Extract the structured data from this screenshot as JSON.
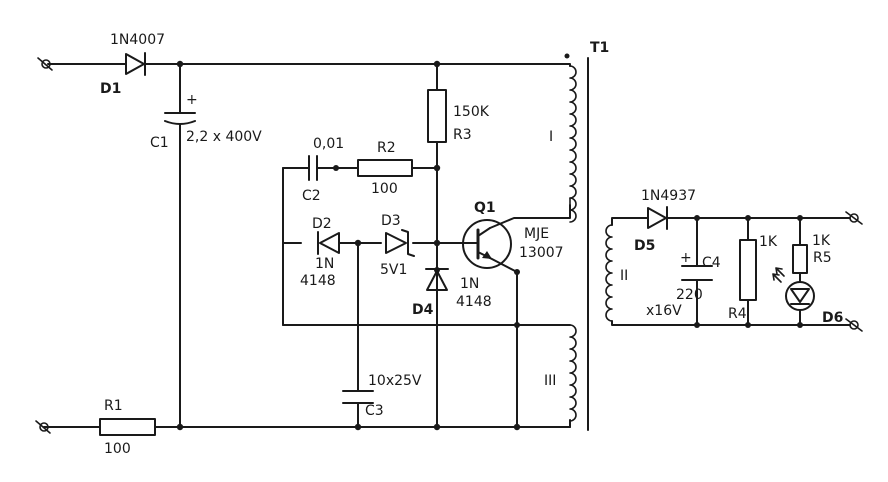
{
  "title": "",
  "labels": {
    "d1_part": "1N4007",
    "d1_ref": "D1",
    "c1_ref": "C1",
    "c1_val": "2,2 x 400V",
    "c1_plus": "+",
    "r3_val": "150K",
    "r3_ref": "R3",
    "t1_ref": "T1",
    "winding_1": "I",
    "winding_2": "II",
    "winding_3": "III",
    "c2_val": "0,01",
    "c2_ref": "C2",
    "r2_ref": "R2",
    "r2_val": "100",
    "d2_ref": "D2",
    "d2_part_a": "1N",
    "d2_part_b": "4148",
    "d3_ref": "D3",
    "d3_val": "5V1",
    "q1_ref": "Q1",
    "q1_part_a": "MJE",
    "q1_part_b": "13007",
    "d4_ref": "D4",
    "d4_part_a": "1N",
    "d4_part_b": "4148",
    "c3_val": "10x25V",
    "c3_ref": "C3",
    "r1_ref": "R1",
    "r1_val": "100",
    "d5_part": "1N4937",
    "d5_ref": "D5",
    "c4_ref": "C4",
    "c4_plus": "+",
    "c4_val_a": "220",
    "c4_val_b": "x16V",
    "r4_val": "1K",
    "r4_ref": "R4",
    "r5_val": "1K",
    "r5_ref": "R5",
    "d6_ref": "D6"
  }
}
